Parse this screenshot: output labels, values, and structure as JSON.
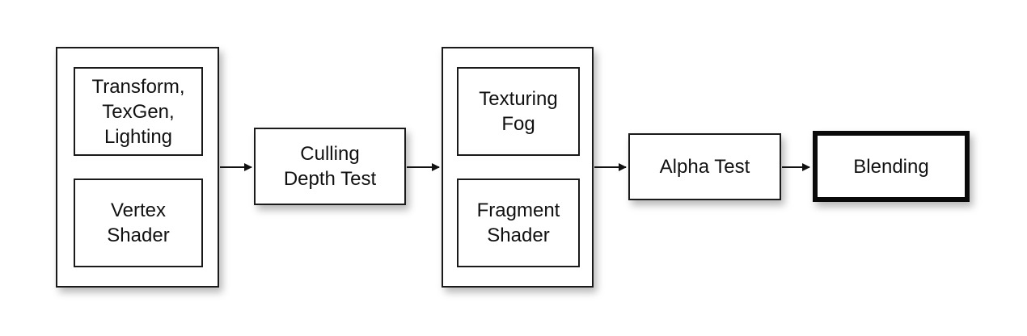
{
  "diagram": {
    "stage1": {
      "top_label": "Transform,\nTexGen,\nLighting",
      "bottom_label": "Vertex\nShader"
    },
    "stage2": {
      "label": "Culling\nDepth Test"
    },
    "stage3": {
      "top_label": "Texturing\nFog",
      "bottom_label": "Fragment\nShader"
    },
    "stage4": {
      "label": "Alpha Test"
    },
    "stage5": {
      "label": "Blending"
    }
  }
}
